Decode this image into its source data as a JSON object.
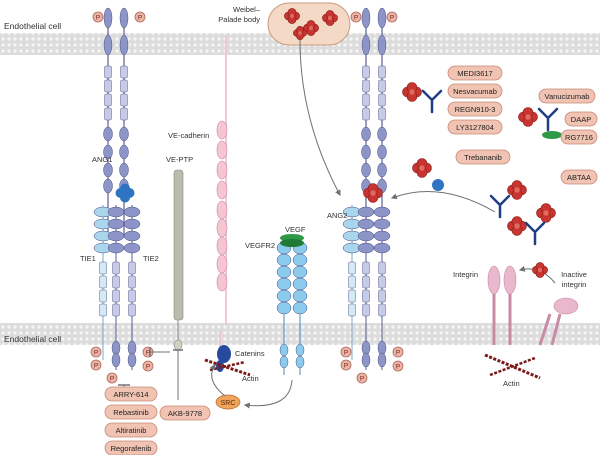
{
  "labels": {
    "cell_top": "Endothelial cell",
    "cell_bottom": "Endothelial cell",
    "wpb": "Weibel–Palade body",
    "ve_cadherin": "VE-cadherin",
    "ve_ptp": "VE-PTP",
    "ang1": "ANG1",
    "ang2": "ANG2",
    "tie1": "TIE1",
    "tie2": "TIE2",
    "vegf": "VEGF",
    "vegfr2": "VEGFR2",
    "catenins": "Catenins",
    "actin_left": "Actin",
    "actin_right": "Actin",
    "src": "SRC",
    "integrin": "Integrin",
    "inactive_integrin": "Inactive integrin",
    "phospho": "P"
  },
  "drugs": {
    "ang2_binders": [
      "MEDI3617",
      "Nesvacumab",
      "REGN910-3",
      "LY3127804"
    ],
    "bispecific": [
      "Vanucizumab",
      "DAAP",
      "RG7716"
    ],
    "peptibody": "Trebananib",
    "abtaa": "ABTAA",
    "tie2_inhibitors": [
      "ARRY-614",
      "Rebastinib",
      "Altiratinib",
      "Regorafenib"
    ],
    "ve_ptp_inhibitor": "AKB-9778"
  },
  "colors": {
    "membrane": "#d8d8d8",
    "membrane_dot": "#ffffff",
    "receptor_blue": "#8c94c8",
    "tie1_light": "#a9d6ec",
    "ve_cadherin": "#f4c6d2",
    "vegfr2": "#8ccaee",
    "ang2_red": "#c8342f",
    "ang1_blue": "#2f74c0",
    "drug_box": "#f0c3b3",
    "drug_box_stroke": "#c98a78",
    "phospho_fill": "#e9b3a6",
    "arrow_gray": "#707070",
    "antibody_navy": "#1f3e86",
    "integrin_pink": "#eab8cc"
  }
}
